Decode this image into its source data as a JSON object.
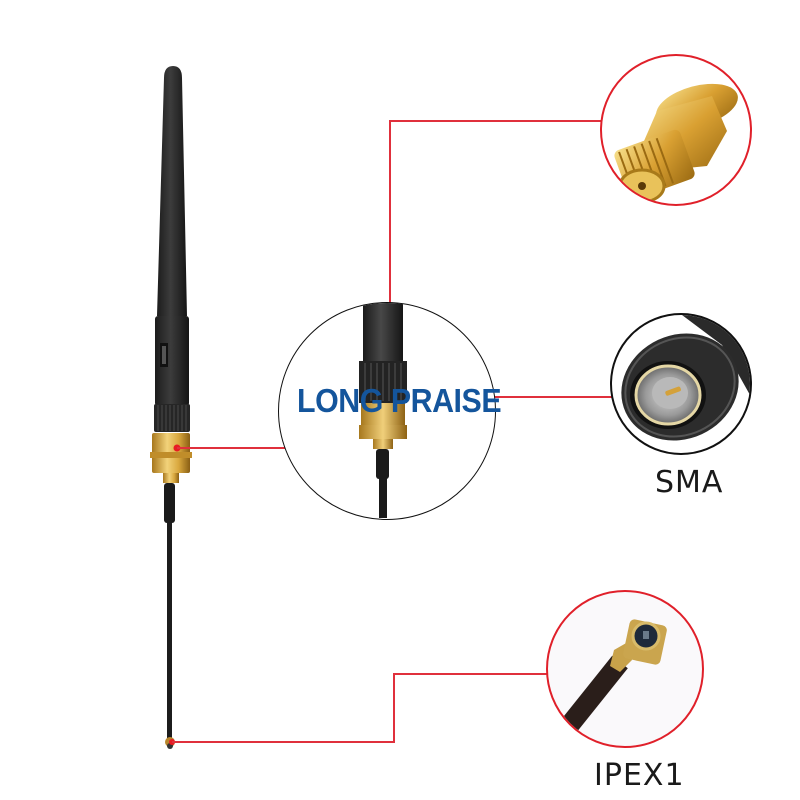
{
  "product": {
    "brand_watermark": "LONG PRAISE",
    "description": "Rubber duck antenna with SMA bulkhead pigtail cable to IPEX1 connector"
  },
  "callouts": [
    {
      "id": "sma-female-bulkhead",
      "label": "",
      "ring_color": "#e0202a"
    },
    {
      "id": "sma-male",
      "label": "SMA",
      "ring_color": "#111111"
    },
    {
      "id": "ipex1",
      "label": "IPEX1",
      "ring_color": "#e0202a"
    }
  ],
  "detail_zoom": {
    "ring_color": "#111111"
  },
  "colors": {
    "leader_line": "#e0303c",
    "brand_text": "#14559c",
    "gold": "#d4a430",
    "antenna_black": "#2a2a2a"
  }
}
